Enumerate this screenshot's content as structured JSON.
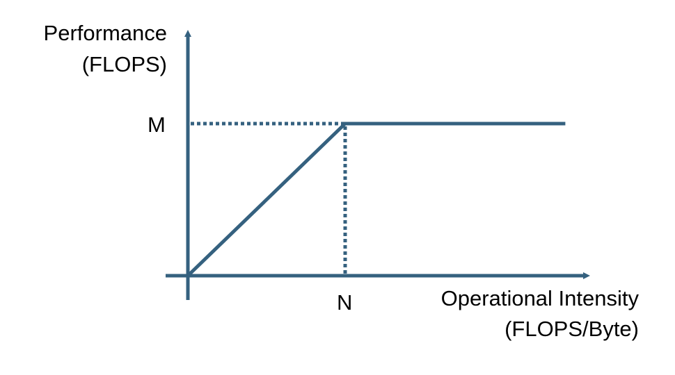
{
  "chart_data": {
    "type": "line",
    "title": "",
    "ylabel": [
      "Performance",
      "(FLOPS)"
    ],
    "xlabel": [
      "Operational Intensity",
      "(FLOPS/Byte)"
    ],
    "x_tick_labels": [
      "N"
    ],
    "y_tick_labels": [
      "M"
    ],
    "series": [
      {
        "x": [
          0,
          1,
          2.4
        ],
        "y": [
          0,
          1,
          1
        ]
      }
    ],
    "reference_lines": [
      {
        "orientation": "horizontal",
        "value": 1,
        "from": 0,
        "to": 1,
        "style": "dotted"
      },
      {
        "orientation": "vertical",
        "value": 1,
        "from": 0,
        "to": 1,
        "style": "dotted"
      }
    ],
    "xlim": [
      0,
      2.4
    ],
    "ylim": [
      0,
      1
    ],
    "grid": false,
    "color": "#35617f"
  }
}
